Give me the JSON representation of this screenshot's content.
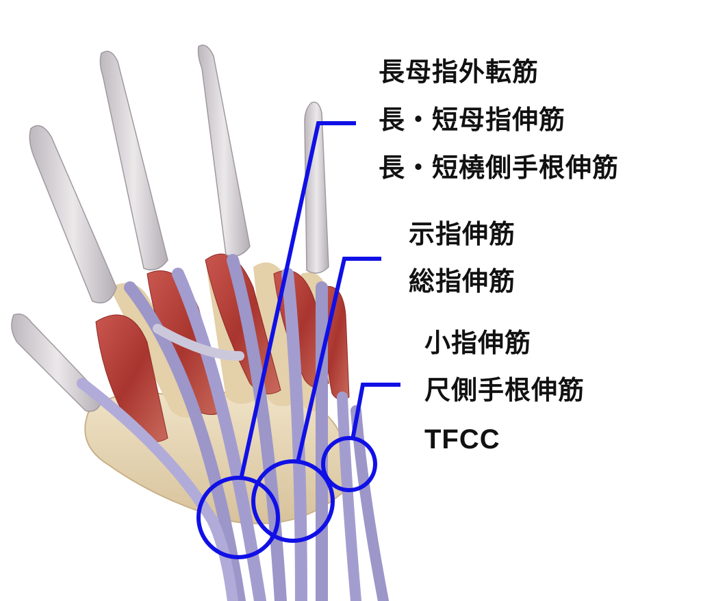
{
  "labels": {
    "abductor_pollicis_longus": "長母指外転筋",
    "extensor_pollicis": "長・短母指伸筋",
    "extensor_carpi_radialis": "長・短橈側手根伸筋",
    "extensor_indicis": "示指伸筋",
    "extensor_digitorum": "総指伸筋",
    "extensor_digiti_minimi": "小指伸筋",
    "extensor_carpi_ulnaris": "尺側手根伸筋",
    "tfcc": "TFCC"
  },
  "colors": {
    "pointer": "#1010e6",
    "muscle": "#b5423c",
    "tendon": "#9c96c9",
    "bone": "#e6d3b0",
    "skin_tendon": "#d9d5d8"
  }
}
